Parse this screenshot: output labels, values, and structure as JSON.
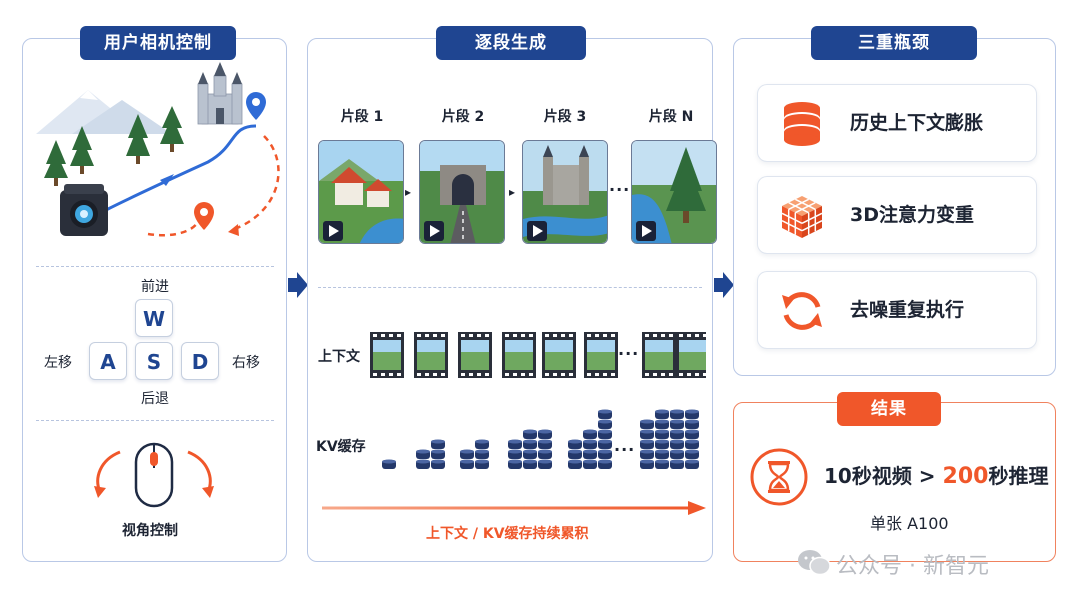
{
  "panel1": {
    "title": "用户相机控制",
    "keys": {
      "w": "W",
      "a": "A",
      "s": "S",
      "d": "D"
    },
    "forward": "前进",
    "back": "后退",
    "left": "左移",
    "right": "右移",
    "view_control": "视角控制"
  },
  "panel2": {
    "title": "逐段生成",
    "segments": [
      "片段 1",
      "片段 2",
      "片段 3",
      "片段 N"
    ],
    "ellipsis": "···",
    "context_label": "上下文",
    "kv_label": "KV缓存",
    "accumulate": "上下文 / KV缓存持续累积"
  },
  "panel3": {
    "title": "三重瓶颈",
    "items": [
      "历史上下文膨胀",
      "3D注意力变重",
      "去噪重复执行"
    ]
  },
  "result": {
    "title": "结果",
    "line_prefix": "10秒视频 > ",
    "highlight": "200",
    "line_suffix": "秒推理",
    "sub": "单张 A100"
  },
  "watermark": "公众号 · 新智元",
  "colors": {
    "navy": "#1f4591",
    "orange": "#f0572a",
    "blue": "#2f6bd6"
  }
}
